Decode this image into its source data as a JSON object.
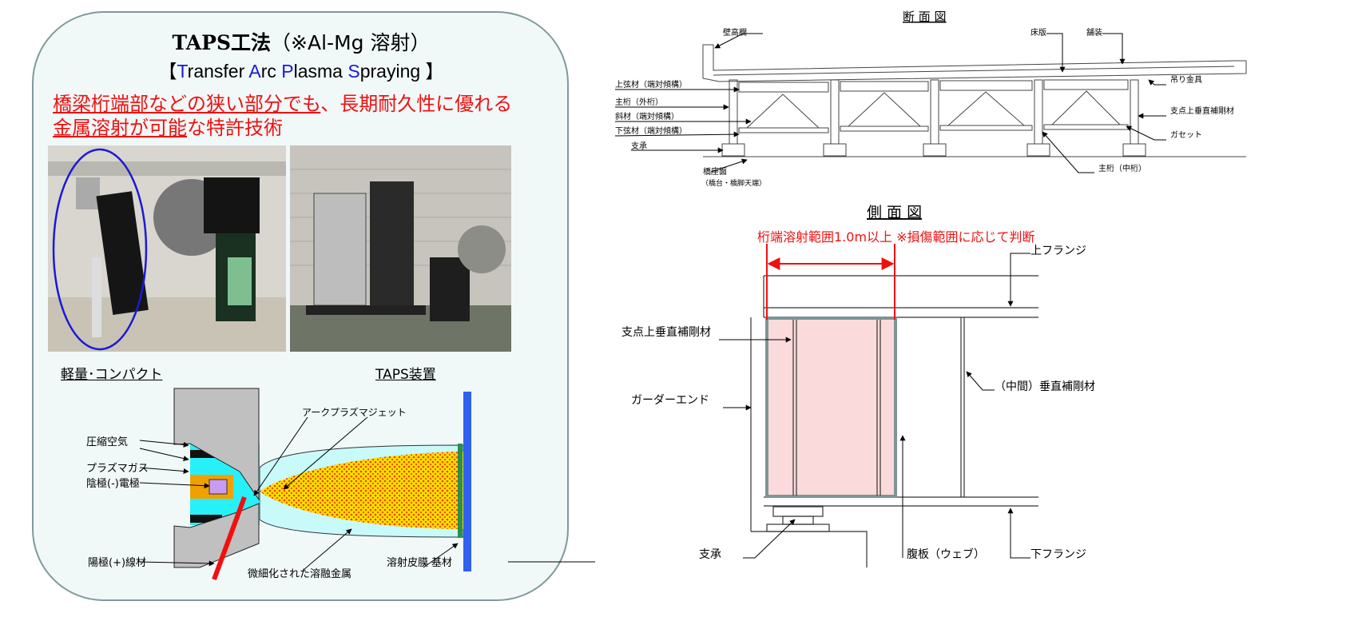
{
  "left_panel": {
    "title_bold": "TAPS工法",
    "title_rest": "（※Al-Mg 溶射）",
    "subtitle": {
      "open": "【",
      "parts": [
        {
          "cap": "T",
          "rest": "ransfer "
        },
        {
          "cap": "A",
          "rest": "rc "
        },
        {
          "cap": "P",
          "rest": "lasma "
        },
        {
          "cap": "S",
          "rest": "praying "
        }
      ],
      "close": "】"
    },
    "tagline_line1_underlined": "橋梁桁端部などの狭い部分でも",
    "tagline_line1_rest": "、長期耐久性に優れる",
    "tagline_line2_underlined": "金属溶射が可能",
    "tagline_line2_rest": "な特許技術",
    "photo_captions": [
      "軽量･コンパクト",
      "TAPS装置"
    ],
    "diagram_labels": {
      "compressed_air": "圧縮空気",
      "plasma_gas": "プラズマガス",
      "cathode": "陰極(-)電極",
      "anode_wire": "陽極(+)線材",
      "arc": "アーク",
      "plasma_jet": "プラズマジェット",
      "molten_metal": "微細化された溶融金属",
      "coating": "溶射皮膜",
      "substrate": "基材"
    }
  },
  "cross_section": {
    "title": "断 面 図",
    "labels": {
      "parapet": "壁高欄",
      "deck_slab": "床版",
      "pavement": "舗装",
      "upper_chord": "上弦材（端対傾構）",
      "outer_girder": "主桁（外桁）",
      "diagonal": "斜材（端対傾構）",
      "lower_chord": "下弦材（端対傾構）",
      "bearing": "支承",
      "seat_surface": "橋座面",
      "seat_note": "（橋台・橋脚天端）",
      "hanger": "吊り金具",
      "support_stiffener": "支点上垂直補剛材",
      "gusset": "ガセット",
      "inner_girder": "主桁（中桁）"
    }
  },
  "side_view": {
    "title": "側 面 図",
    "range_note": "桁端溶射範囲1.0m以上 ※損傷範囲に応じて判断",
    "labels": {
      "upper_flange": "上フランジ",
      "support_stiffener": "支点上垂直補剛材",
      "girder_end": "ガーダーエンド",
      "intermediate_stiffener": "（中間）垂直補剛材",
      "bearing": "支承",
      "web": "腹板（ウェブ）",
      "lower_flange": "下フランジ"
    }
  },
  "colors": {
    "accent_red": "#f01010",
    "accent_blue": "#1a1ad8",
    "pink_area": "#fadada",
    "substrate_blue": "#3060f0"
  }
}
